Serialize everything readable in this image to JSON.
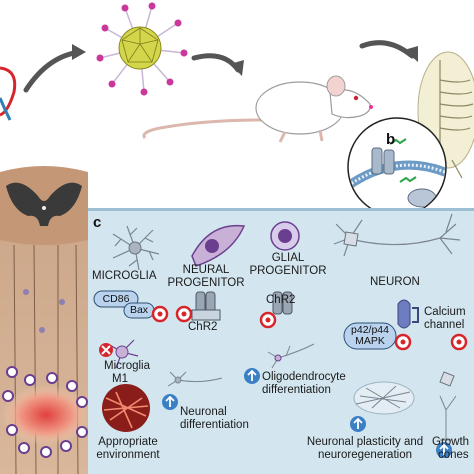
{
  "panels": {
    "b": "b",
    "c": "c"
  },
  "cells": {
    "microglia": "MICROGLIA",
    "neural_progenitor": [
      "NEURAL",
      "PROGENITOR"
    ],
    "glial_progenitor": [
      "GLIAL",
      "PROGENITOR"
    ],
    "neuron": "NEURON"
  },
  "markers": {
    "cd86": "CD86",
    "bax": "Bax",
    "chr2_left": "ChR2",
    "chr2_right": "ChR2",
    "p42": "p42/p44",
    "mapk": "MAPK",
    "calcium": [
      "Calcium",
      "channel"
    ]
  },
  "outcomes": {
    "microglia_m1": [
      "Microglia",
      "M1"
    ],
    "neuronal_diff": [
      "Neuronal",
      "differentiation"
    ],
    "oligo_diff": [
      "Oligodendrocyte",
      "differentiation"
    ],
    "environment": [
      "Appropriate",
      "environment"
    ],
    "plasticity": [
      "Neuronal plasticity and",
      "neuroregeneration"
    ],
    "growth_cones": [
      "Growth",
      "cones"
    ]
  },
  "colors": {
    "panel_bg": "#d3e6ef",
    "cell_purple": "#6b3f8f",
    "up_arrow_blue": "#3b7fc4",
    "target_red": "#d7262b",
    "x_red": "#d7262b",
    "pill_blue": "#b9d3ee"
  },
  "icons": [
    "curved-arrow-icon",
    "nanoparticle-icon",
    "rat-icon",
    "skeleton-icon",
    "spinal-cord-icon",
    "membrane-inset-icon",
    "target-icon",
    "up-arrow-icon",
    "x-mark-icon"
  ]
}
